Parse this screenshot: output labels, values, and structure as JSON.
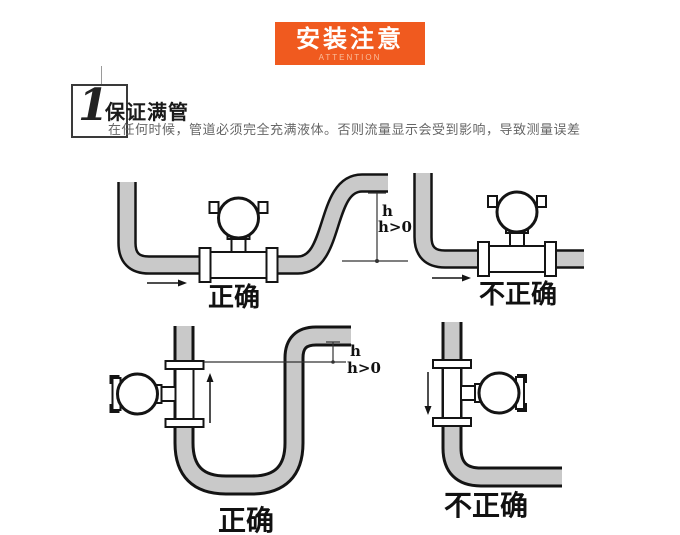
{
  "banner": {
    "title": "安装注意",
    "subtitle": "ATTENTION",
    "bg_color": "#f05a1f"
  },
  "section": {
    "number": "1",
    "heading": "保证满管",
    "description": "在任何时候，管道必须完全充满液体。否则流量显示会受到影响，导致测量误差"
  },
  "diagrams": {
    "top_left": {
      "label": "正确",
      "dim_h": "h",
      "dim_cond": "h>0",
      "flow": "right"
    },
    "top_right": {
      "label": "不正确",
      "flow": "right"
    },
    "bottom_left": {
      "label": "正确",
      "dim_h": "h",
      "dim_cond": "h>0",
      "flow": "up"
    },
    "bottom_right": {
      "label": "不正确",
      "flow": "down"
    }
  },
  "colors": {
    "accent": "#f05a1f",
    "pipe_fill": "#c9c9c9",
    "pipe_outline": "#141414",
    "description_text": "#666666"
  }
}
